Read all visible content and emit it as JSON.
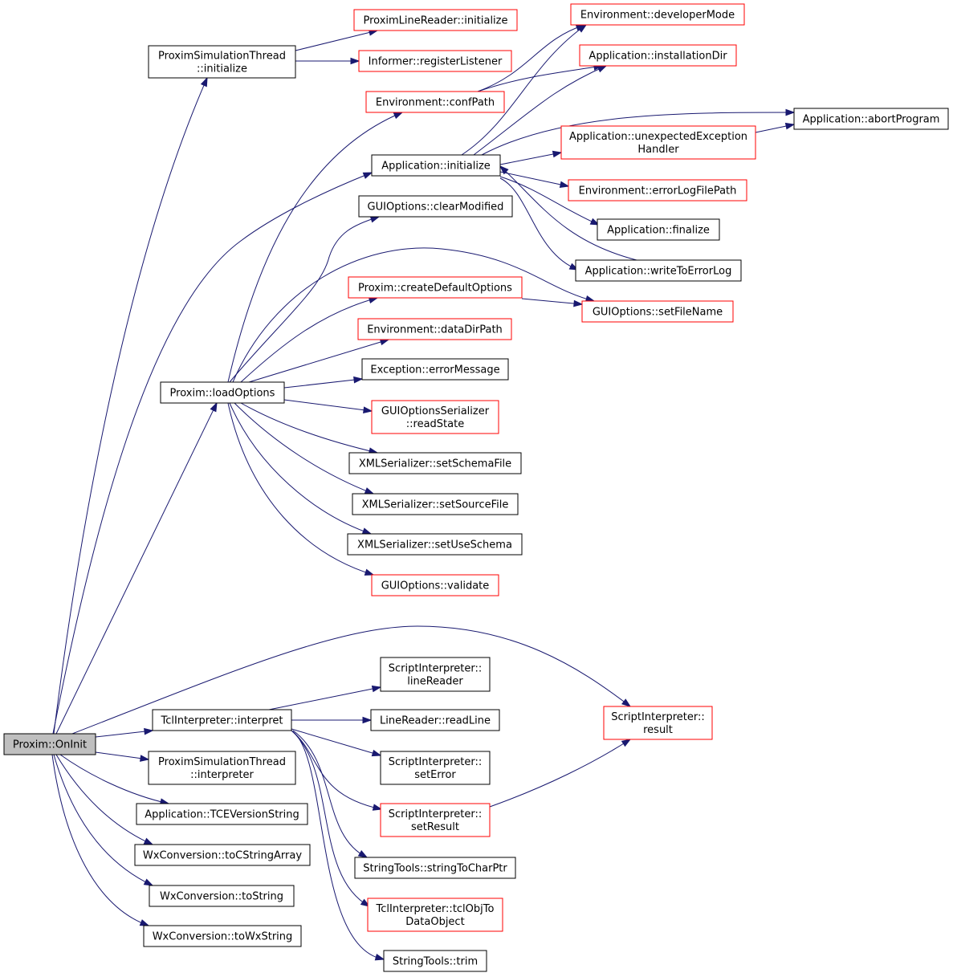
{
  "colors": {
    "edge": "#191970",
    "node_border": "#000000",
    "link_border": "#ff0000",
    "root_fill": "#bfbfbf",
    "background": "#ffffff"
  },
  "nodes": {
    "onInit": {
      "lines": [
        "Proxim::OnInit"
      ],
      "kind": "root"
    },
    "proximThreadInit": {
      "lines": [
        "ProximSimulationThread",
        "::initialize"
      ],
      "kind": "plain"
    },
    "lineReaderInit": {
      "lines": [
        "ProximLineReader::initialize"
      ],
      "kind": "link"
    },
    "registerListener": {
      "lines": [
        "Informer::registerListener"
      ],
      "kind": "link"
    },
    "confPath": {
      "lines": [
        "Environment::confPath"
      ],
      "kind": "link"
    },
    "developerMode": {
      "lines": [
        "Environment::developerMode"
      ],
      "kind": "link"
    },
    "installationDir": {
      "lines": [
        "Application::installationDir"
      ],
      "kind": "link"
    },
    "abortProgram": {
      "lines": [
        "Application::abortProgram"
      ],
      "kind": "plain"
    },
    "appInitialize": {
      "lines": [
        "Application::initialize"
      ],
      "kind": "plain"
    },
    "unexpectedHandler": {
      "lines": [
        "Application::unexpectedException",
        "Handler"
      ],
      "kind": "link"
    },
    "errorLogFilePath": {
      "lines": [
        "Environment::errorLogFilePath"
      ],
      "kind": "link"
    },
    "finalize": {
      "lines": [
        "Application::finalize"
      ],
      "kind": "plain"
    },
    "writeToErrorLog": {
      "lines": [
        "Application::writeToErrorLog"
      ],
      "kind": "plain"
    },
    "clearModified": {
      "lines": [
        "GUIOptions::clearModified"
      ],
      "kind": "plain"
    },
    "createDefaultOptions": {
      "lines": [
        "Proxim::createDefaultOptions"
      ],
      "kind": "link"
    },
    "setFileName": {
      "lines": [
        "GUIOptions::setFileName"
      ],
      "kind": "link"
    },
    "dataDirPath": {
      "lines": [
        "Environment::dataDirPath"
      ],
      "kind": "link"
    },
    "loadOptions": {
      "lines": [
        "Proxim::loadOptions"
      ],
      "kind": "plain"
    },
    "errorMessage": {
      "lines": [
        "Exception::errorMessage"
      ],
      "kind": "plain"
    },
    "readState": {
      "lines": [
        "GUIOptionsSerializer",
        "::readState"
      ],
      "kind": "link"
    },
    "setSchemaFile": {
      "lines": [
        "XMLSerializer::setSchemaFile"
      ],
      "kind": "plain"
    },
    "setSourceFile": {
      "lines": [
        "XMLSerializer::setSourceFile"
      ],
      "kind": "plain"
    },
    "setUseSchema": {
      "lines": [
        "XMLSerializer::setUseSchema"
      ],
      "kind": "plain"
    },
    "validate": {
      "lines": [
        "GUIOptions::validate"
      ],
      "kind": "link"
    },
    "lineReader": {
      "lines": [
        "ScriptInterpreter::",
        "lineReader"
      ],
      "kind": "plain"
    },
    "tclInterpret": {
      "lines": [
        "TclInterpreter::interpret"
      ],
      "kind": "plain"
    },
    "readLine": {
      "lines": [
        "LineReader::readLine"
      ],
      "kind": "plain"
    },
    "result": {
      "lines": [
        "ScriptInterpreter::",
        "result"
      ],
      "kind": "link"
    },
    "threadInterpreter": {
      "lines": [
        "ProximSimulationThread",
        "::interpreter"
      ],
      "kind": "plain"
    },
    "setError": {
      "lines": [
        "ScriptInterpreter::",
        "setError"
      ],
      "kind": "plain"
    },
    "tceVersionString": {
      "lines": [
        "Application::TCEVersionString"
      ],
      "kind": "plain"
    },
    "setResult": {
      "lines": [
        "ScriptInterpreter::",
        "setResult"
      ],
      "kind": "link"
    },
    "toCStringArray": {
      "lines": [
        "WxConversion::toCStringArray"
      ],
      "kind": "plain"
    },
    "stringToCharPtr": {
      "lines": [
        "StringTools::stringToCharPtr"
      ],
      "kind": "plain"
    },
    "toString": {
      "lines": [
        "WxConversion::toString"
      ],
      "kind": "plain"
    },
    "tclObjToDataObject": {
      "lines": [
        "TclInterpreter::tclObjTo",
        "DataObject"
      ],
      "kind": "link"
    },
    "toWxString": {
      "lines": [
        "WxConversion::toWxString"
      ],
      "kind": "plain"
    },
    "trim": {
      "lines": [
        "StringTools::trim"
      ],
      "kind": "plain"
    }
  }
}
